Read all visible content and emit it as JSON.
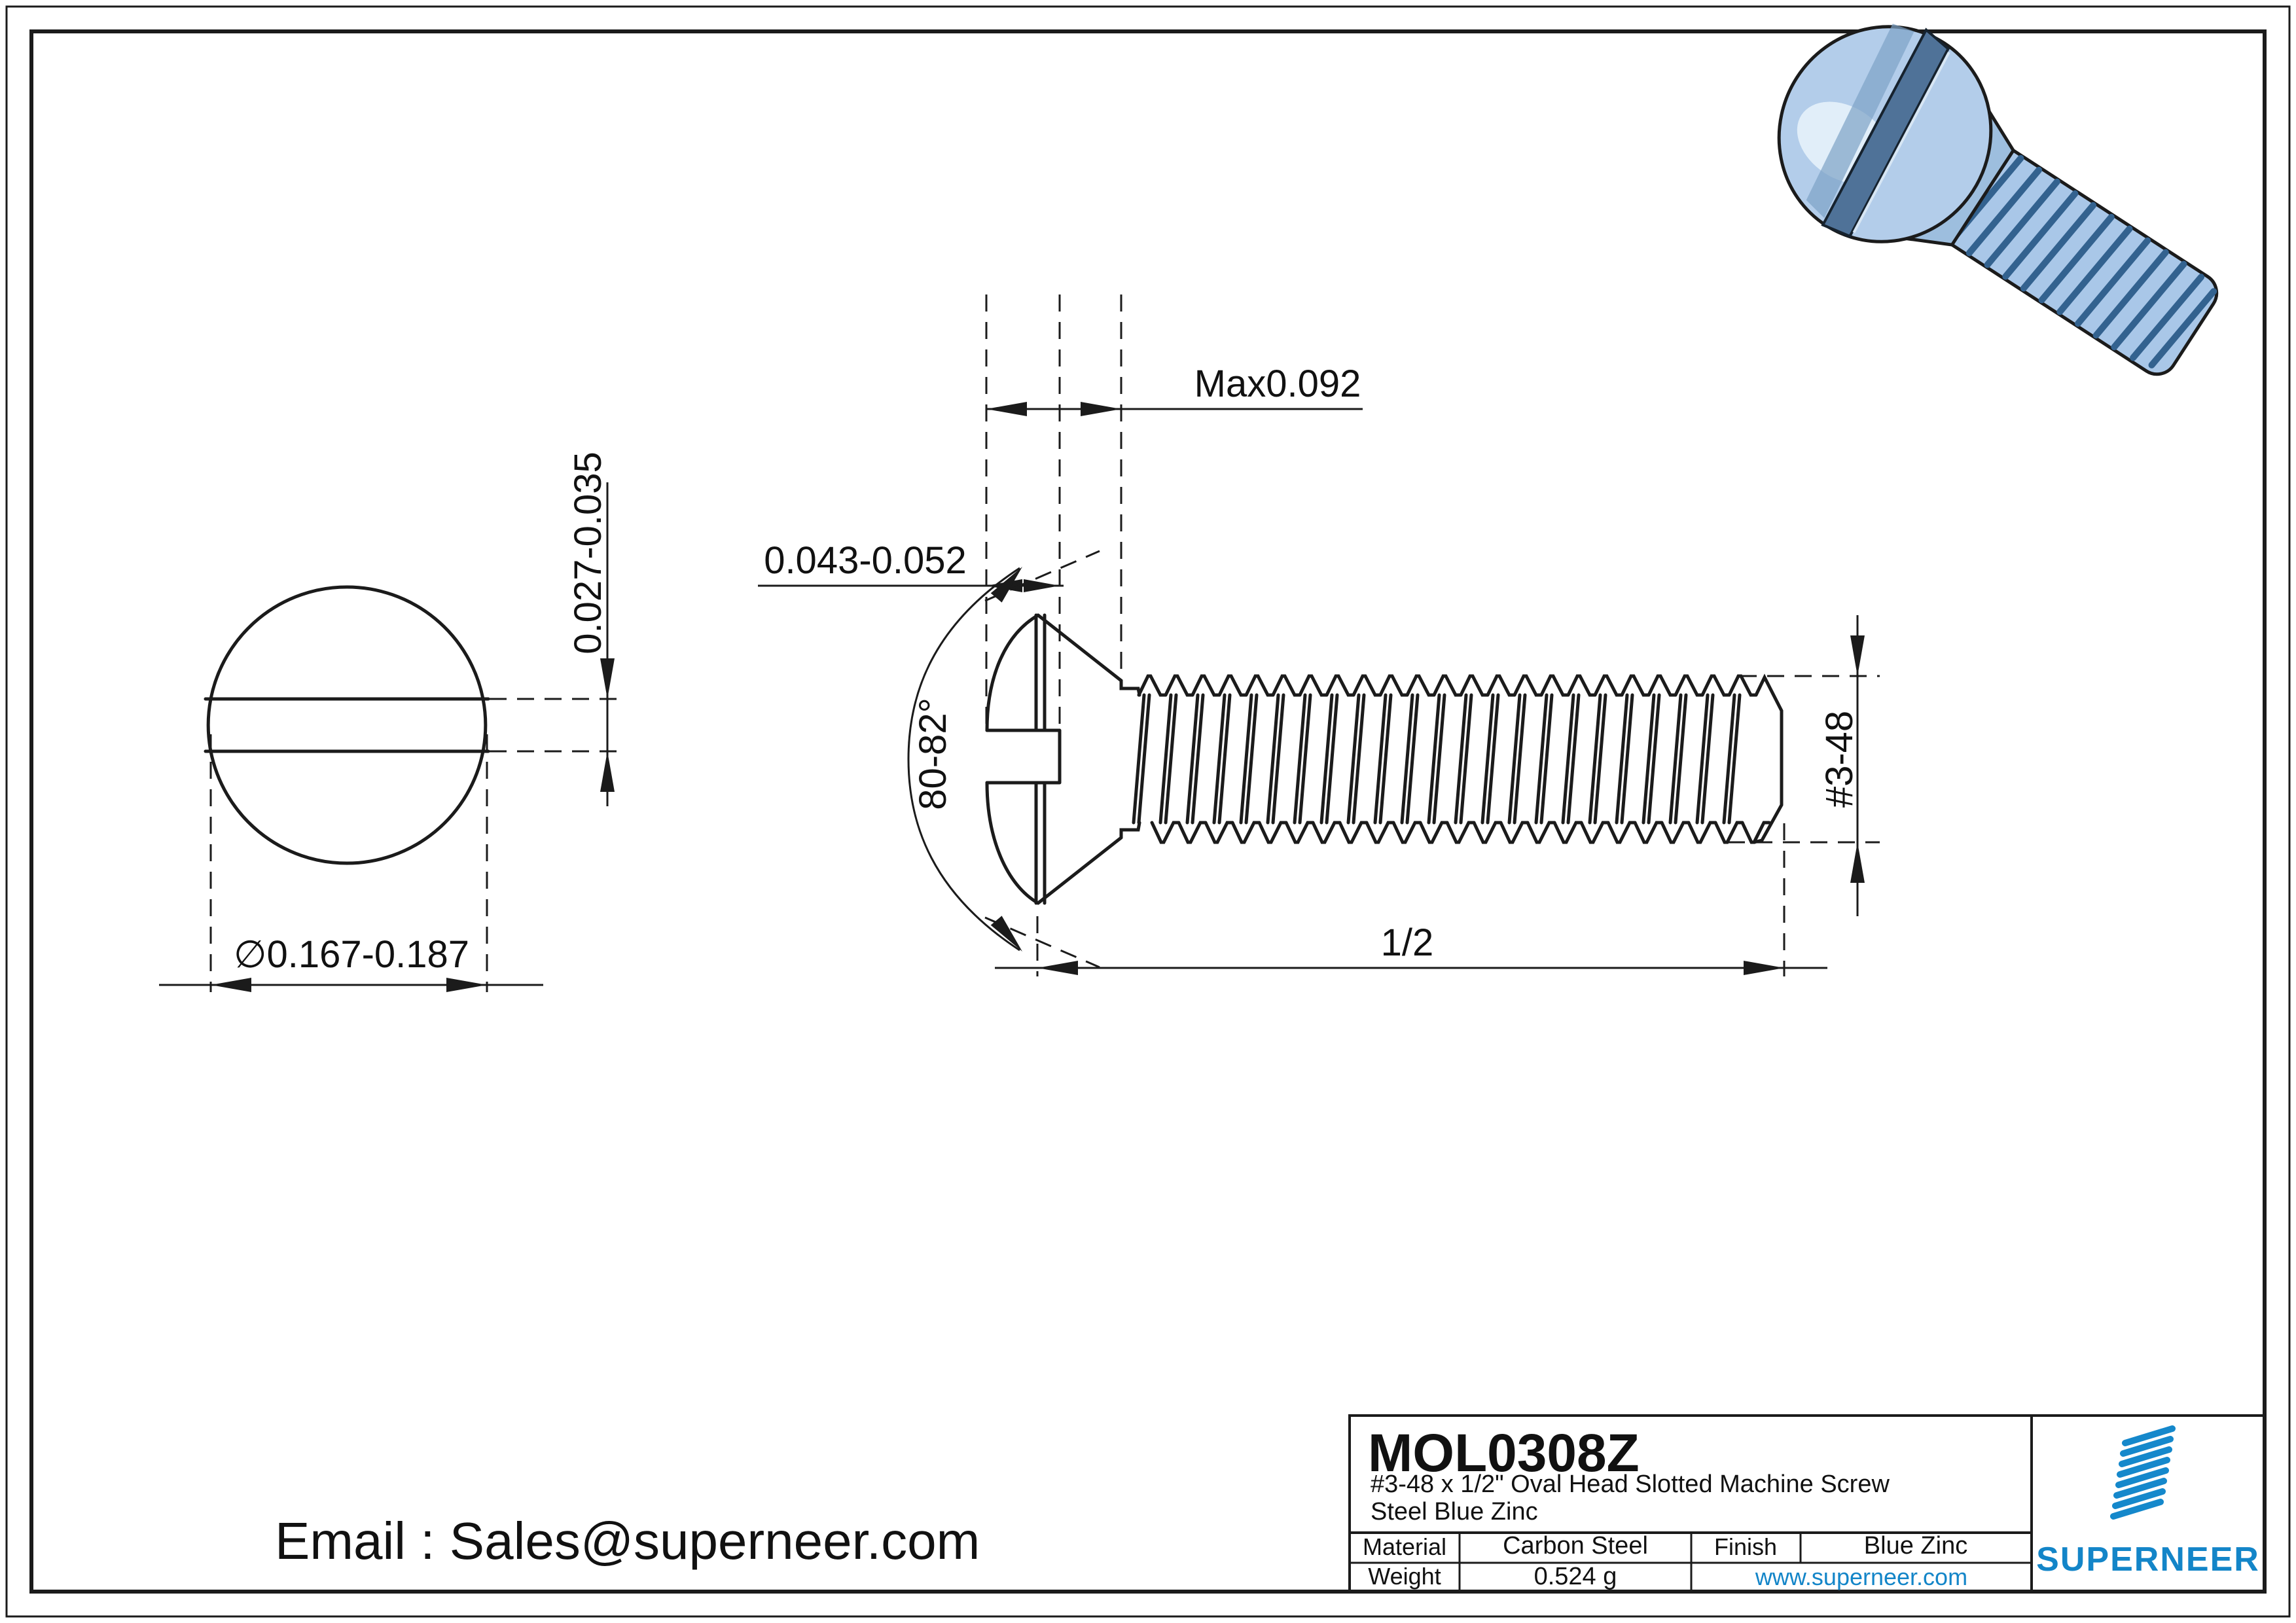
{
  "views": {
    "front": {
      "diameter": "∅0.167-0.187",
      "slot_width": "0.027-0.035"
    },
    "side": {
      "head_height": "Max0.092",
      "slot_depth": "0.043-0.052",
      "angle": "80-82°",
      "thread": "#3-48",
      "length": "1/2"
    }
  },
  "contact": {
    "email_line": "Email : Sales@superneer.com"
  },
  "title_block": {
    "part_number": "MOL0308Z",
    "description_line1": "#3-48 x 1/2\" Oval Head Slotted Machine Screw",
    "description_line2": "Steel Blue Zinc",
    "material_label": "Material",
    "material_value": "Carbon Steel",
    "finish_label": "Finish",
    "finish_value": "Blue Zinc",
    "weight_label": "Weight",
    "weight_value": "0.524 g",
    "website": "www.superneer.com",
    "brand": "SUPERNEER",
    "accent_color": "#1385c8"
  },
  "render": {
    "body_color": "#a9c7e8",
    "shade_color": "#8fb3d8",
    "slot_color": "#4f7298"
  }
}
